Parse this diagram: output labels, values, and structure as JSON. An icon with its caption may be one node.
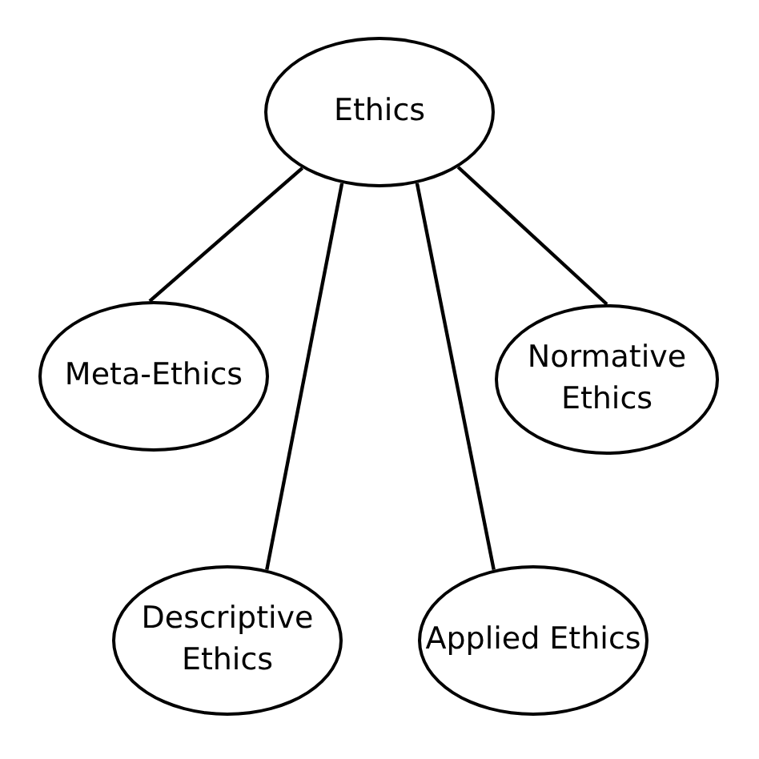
{
  "diagram": {
    "nodes": [
      {
        "text": [
          "Ethics"
        ]
      },
      {
        "text": [
          "Meta-Ethics"
        ]
      },
      {
        "text": [
          "Normative Ethics"
        ]
      },
      {
        "text": [
          "Descriptive Ethics"
        ]
      },
      {
        "text": [
          "Applied Ethics"
        ]
      }
    ],
    "edges": [
      {
        "from": 0,
        "to": 1,
        "arrow": "none"
      },
      {
        "from": 0,
        "to": 3,
        "arrow": "none"
      },
      {
        "from": 0,
        "to": 4,
        "arrow": "none"
      },
      {
        "from": 0,
        "to": 2,
        "arrow": "none"
      }
    ]
  }
}
